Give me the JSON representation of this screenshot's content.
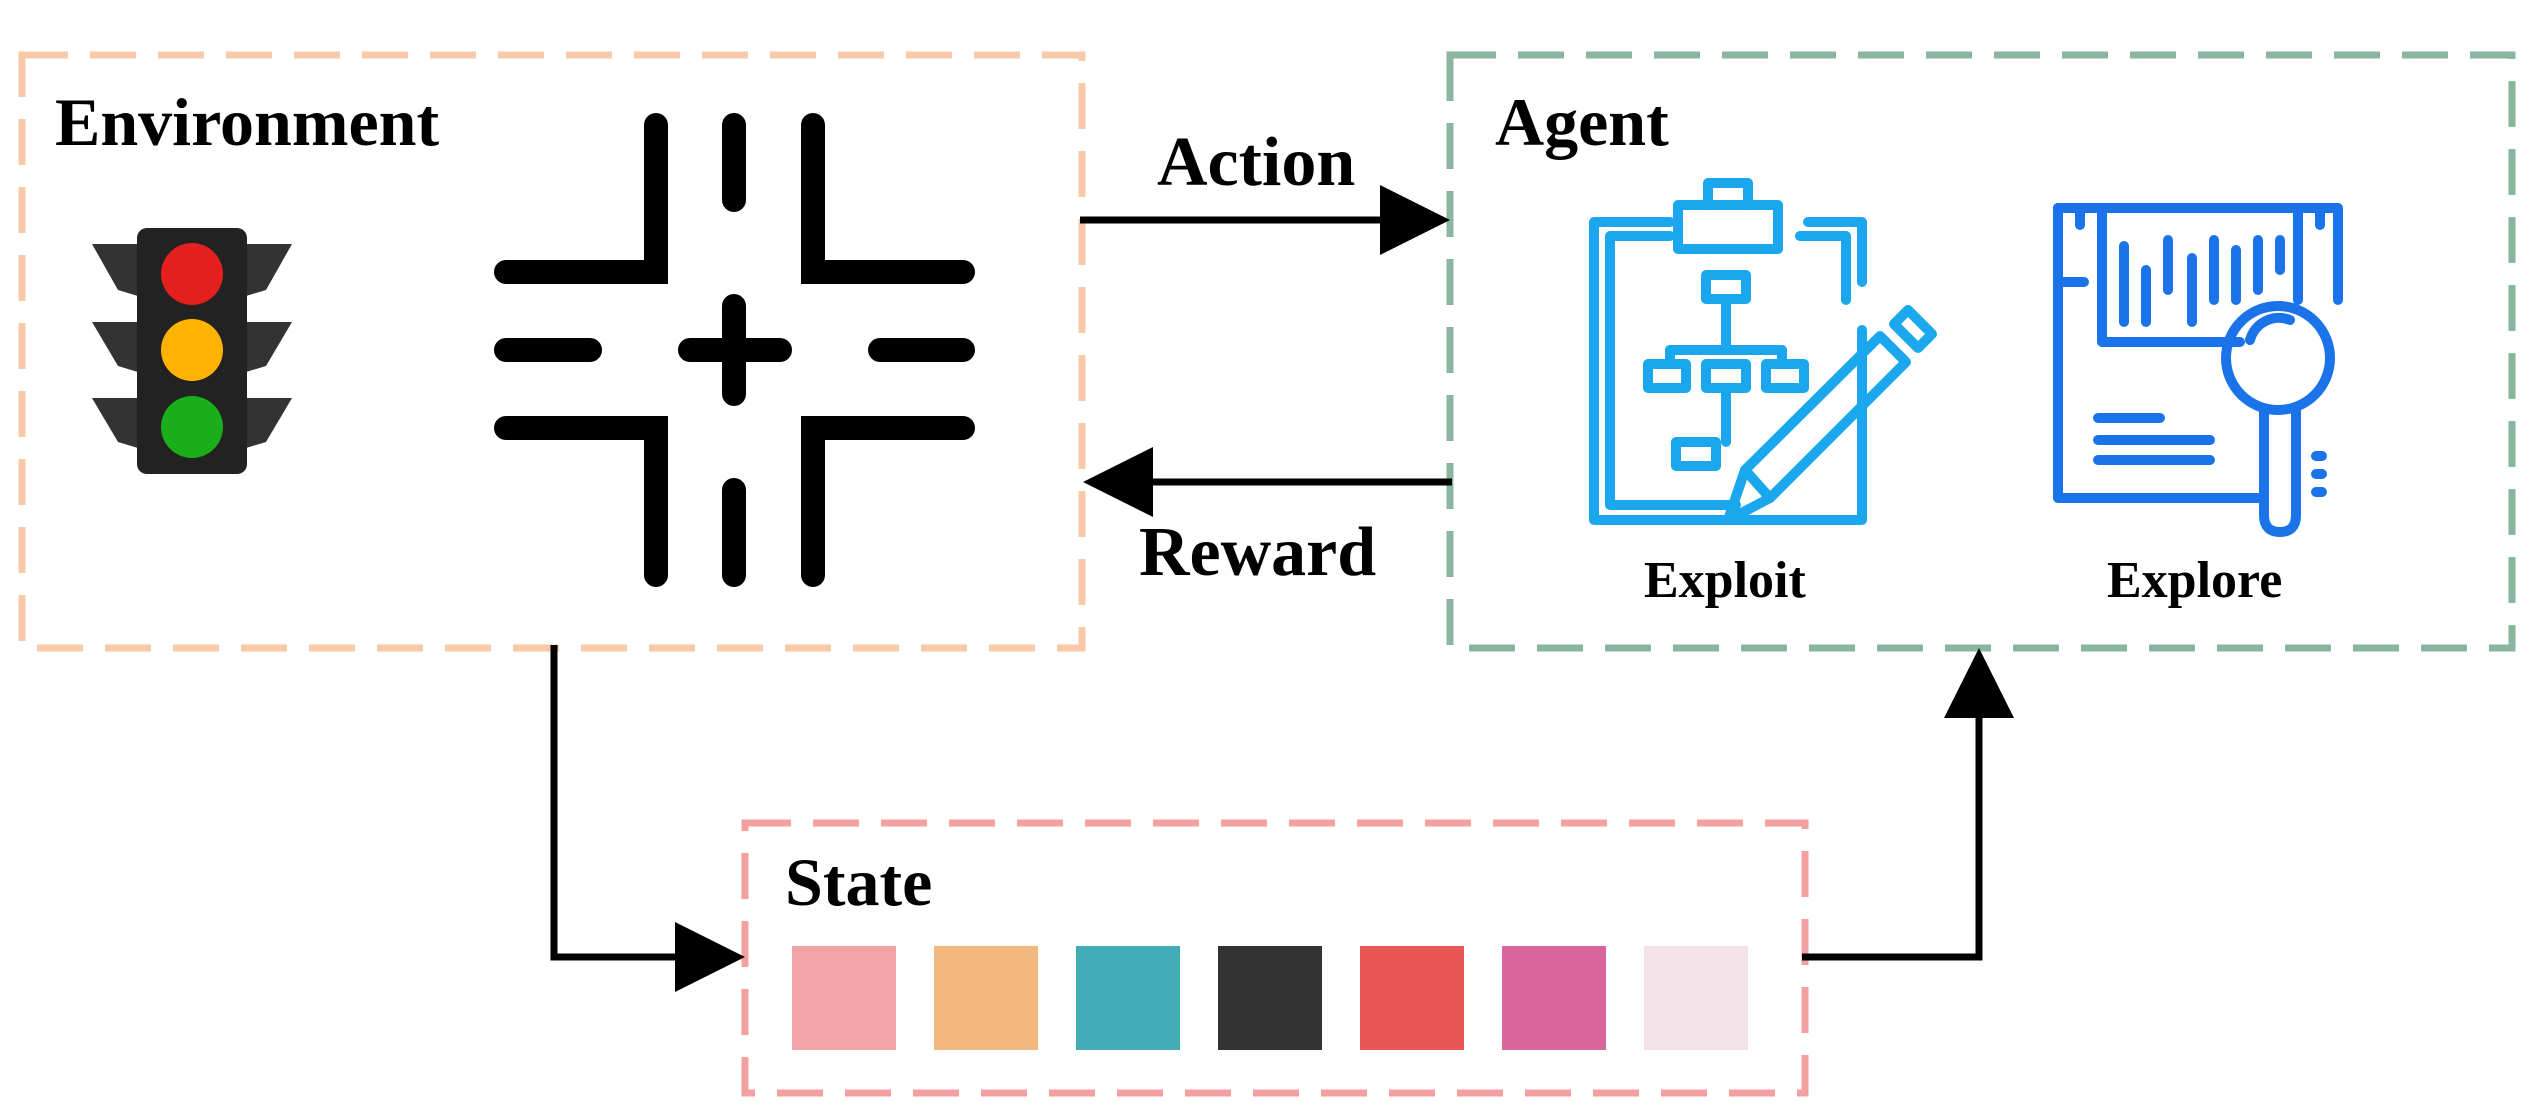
{
  "colors": {
    "environment_border": "#f7c9a8",
    "agent_border": "#8ab59e",
    "state_border": "#f2a0a0",
    "arrows": "#000000",
    "exploit_icon": "#1aa7ee",
    "explore_icon": "#1a73e8",
    "intersection_icon": "#000000",
    "traffic_light_red": "#e3201e",
    "traffic_light_yellow": "#ffb300",
    "traffic_light_green": "#1aae1a"
  },
  "environment": {
    "title": "Environment",
    "icons": [
      "traffic-light-icon",
      "intersection-icon"
    ]
  },
  "agent": {
    "title": "Agent",
    "exploit_label": "Exploit",
    "explore_label": "Explore",
    "icons": [
      "clipboard-flowchart-pencil-icon",
      "document-magnifier-icon"
    ]
  },
  "state": {
    "title": "State",
    "swatches": [
      "#f2a3a6",
      "#f3b87e",
      "#40adb9",
      "#333333",
      "#e85654",
      "#d9659c",
      "#f3e2e8"
    ]
  },
  "arrows": {
    "action_label": "Action",
    "reward_label": "Reward"
  }
}
